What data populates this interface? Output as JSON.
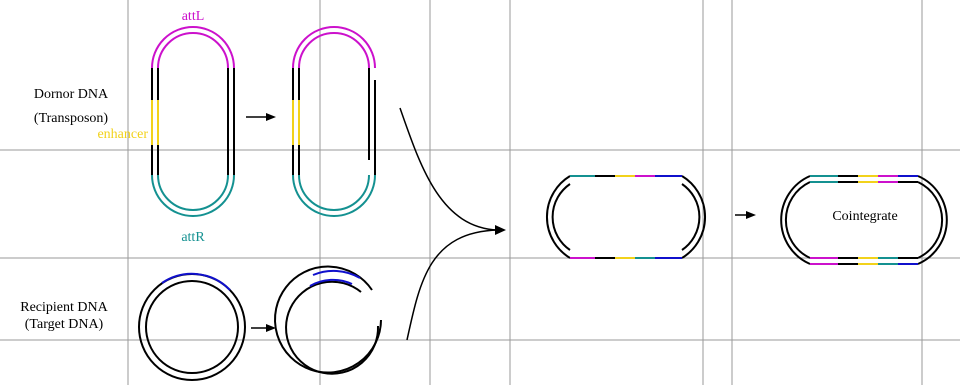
{
  "labels": {
    "attL": "attL",
    "attR": "attR",
    "enhancer": "enhancer",
    "donor_line1": "Dornor DNA",
    "donor_line2": "(Transposon)",
    "recipient_line1": "Recipient DNA",
    "recipient_line2": "(Target DNA)",
    "cointegrate": "Cointegrate"
  },
  "colors": {
    "attL": "#cc11cc",
    "attR": "#149191",
    "enhancer": "#f2d21b",
    "target": "#1010cc",
    "dna": "#000000",
    "grid": "#9a9a9a"
  }
}
